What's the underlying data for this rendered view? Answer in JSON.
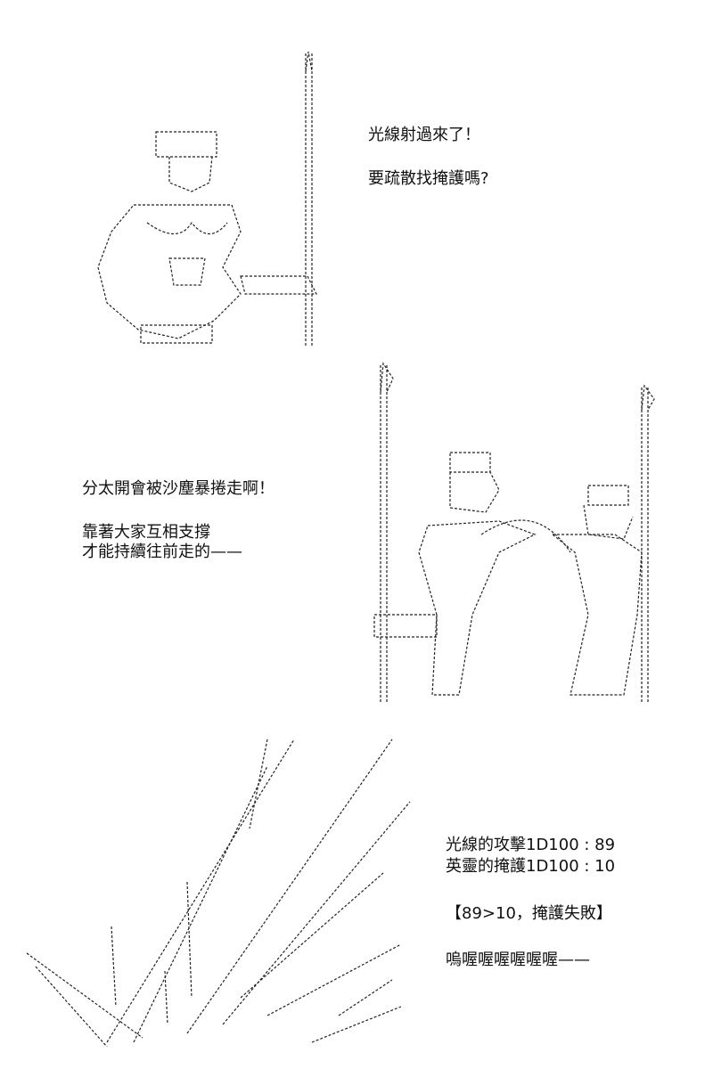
{
  "panel1": {
    "line1": "光線射過來了！",
    "line2": "要疏散找掩護嗎?"
  },
  "panel2": {
    "line1": "分太開會被沙塵暴捲走啊！",
    "line2": "靠著大家互相支撐",
    "line3": "才能持續往前走的——"
  },
  "panel3": {
    "attack_line": "光線的攻擊1D100 : 89",
    "defense_line": "英靈的掩護1D100 : 10",
    "result_line": "【89>10，掩護失敗】",
    "scream_line": "嗚喔喔喔喔喔喔——"
  },
  "colors": {
    "ink": "#111111",
    "background": "#ffffff"
  }
}
